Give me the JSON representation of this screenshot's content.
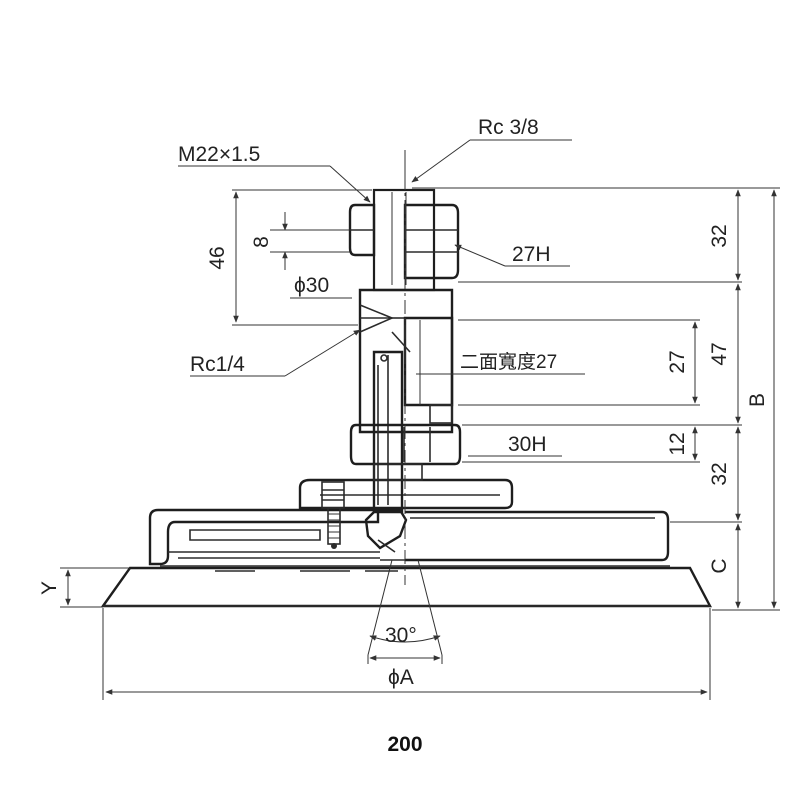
{
  "labels": {
    "thread_top": "Rc 3/8",
    "thread_side": "M22×1.5",
    "port_side": "Rc1/4",
    "hex_27": "27H",
    "hex_30": "30H",
    "diameter_30": "ϕ30",
    "two_face_width": "二面寬度27",
    "angle": "30°",
    "diameter_a": "ϕA"
  },
  "dimensions": {
    "d46": "46",
    "d8": "8",
    "d32_top": "32",
    "d27": "27",
    "d47": "47",
    "d12": "12",
    "d32_bottom": "32",
    "b": "B",
    "c": "C",
    "y": "Y"
  },
  "footer": {
    "value": "200"
  }
}
